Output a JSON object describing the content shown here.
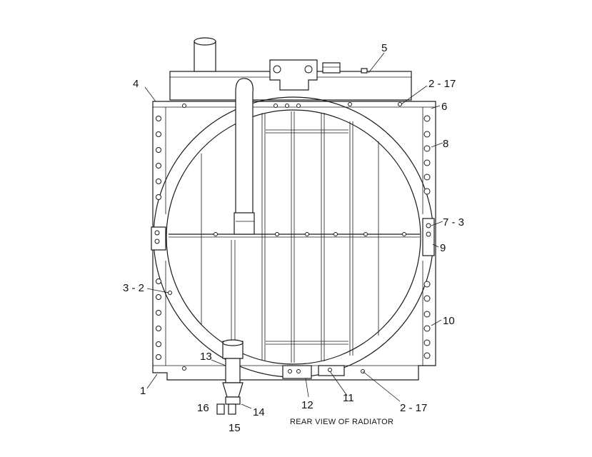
{
  "caption": "REAR VIEW OF RADIATOR",
  "callouts": {
    "c1": "1",
    "c2_2": "3 - 2",
    "c4": "4",
    "c5": "5",
    "c6": "6",
    "c7_3": "7 - 3",
    "c8": "8",
    "c9": "9",
    "c10": "10",
    "c11": "11",
    "c12": "12",
    "c13": "13",
    "c14": "14",
    "c15": "15",
    "c16": "16",
    "c2_17_top": "2 - 17",
    "c2_17_bottom": "2 - 17"
  }
}
